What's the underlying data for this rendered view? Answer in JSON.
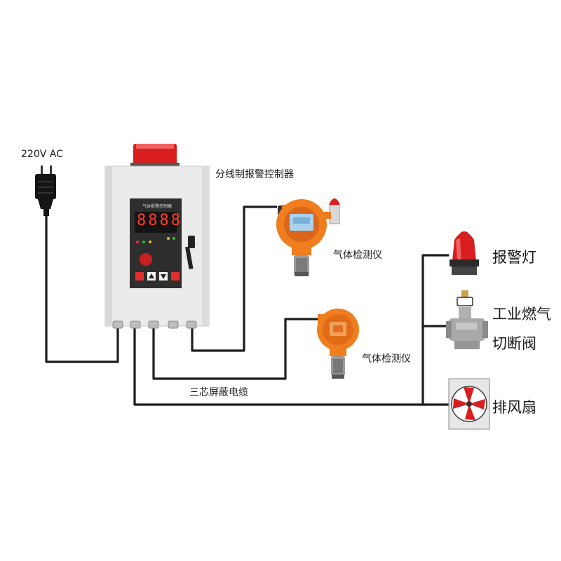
{
  "power": {
    "label": "220V AC"
  },
  "controller": {
    "label": "分线制报警控制器",
    "panel_title": "气体报警控制器",
    "display": "8888"
  },
  "detectors": [
    {
      "label": "气体检测仪"
    },
    {
      "label": "气体检测仪"
    }
  ],
  "cable": {
    "label": "三芯屏蔽电缆"
  },
  "outputs": {
    "alarm_light": "报警灯",
    "valve_line1": "工业燃气",
    "valve_line2": "切断阀",
    "fan": "排风扇"
  },
  "colors": {
    "wire": "#1c1c1c",
    "cabinet": "#eeeeee",
    "panel": "#2e2e2e",
    "detector": "#f07d1e",
    "alarm_red": "#d81e1e"
  }
}
